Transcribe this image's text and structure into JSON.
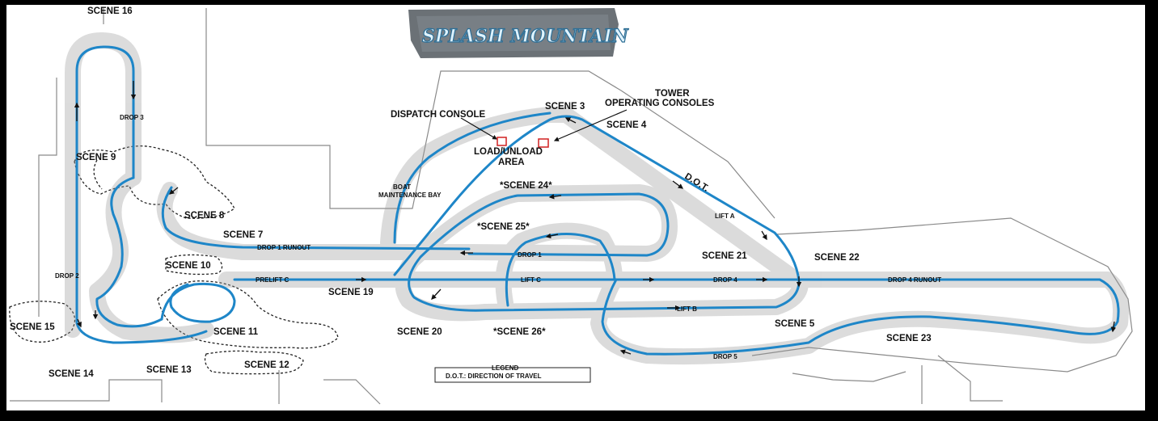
{
  "logo": {
    "text": "SPLASH MOUNTAIN"
  },
  "scenes": {
    "s3": "SCENE 3",
    "s4": "SCENE 4",
    "s5": "SCENE 5",
    "s7": "SCENE 7",
    "s8": "SCENE 8",
    "s9": "SCENE 9",
    "s10": "SCENE 10",
    "s11": "SCENE 11",
    "s12": "SCENE 12",
    "s13": "SCENE 13",
    "s14": "SCENE 14",
    "s15": "SCENE 15",
    "s16": "SCENE 16",
    "s19": "SCENE 19",
    "s20": "SCENE 20",
    "s21": "SCENE 21",
    "s22": "SCENE 22",
    "s23": "SCENE 23",
    "s24": "*SCENE 24*",
    "s25": "*SCENE 25*",
    "s26": "*SCENE 26*"
  },
  "labels": {
    "dispatch_console": "DISPATCH CONSOLE",
    "tower_line1": "TOWER",
    "tower_line2": "OPERATING CONSOLES",
    "load_line1": "LOAD/UNLOAD",
    "load_line2": "AREA",
    "boat_line1": "BOAT",
    "boat_line2": "MAINTENANCE BAY",
    "dot": "D.O.T.",
    "lift_a": "LIFT A",
    "lift_b": "LIFT B",
    "lift_c": "LIFT C",
    "prelift_c": "PRELIFT C",
    "drop1": "DROP 1",
    "drop1_runout": "DROP 1 RUNOUT",
    "drop2": "DROP 2",
    "drop3": "DROP 3",
    "drop4": "DROP 4",
    "drop4_runout": "DROP 4 RUNOUT",
    "drop5": "DROP 5"
  },
  "legend": {
    "title": "LEGEND",
    "entry": "D.O.T.:  DIRECTION OF TRAVEL"
  },
  "colors": {
    "flume": "#1e86c8",
    "channel": "#9a9a9a",
    "console_marker": "#d02020",
    "building_outline": "#8a8a8a"
  }
}
